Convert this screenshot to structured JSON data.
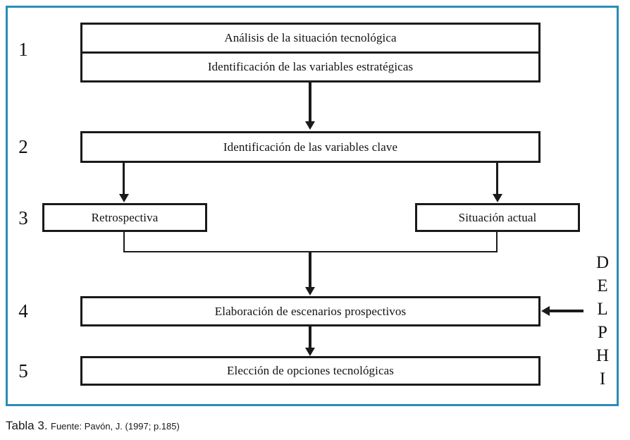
{
  "figure": {
    "frame_color": "#2b8cb5",
    "box_border_color": "#1a1a1a",
    "connector_color": "#1a1a1a",
    "text_color": "#121212"
  },
  "steps": [
    {
      "number": "1"
    },
    {
      "number": "2"
    },
    {
      "number": "3"
    },
    {
      "number": "4"
    },
    {
      "number": "5"
    }
  ],
  "boxes": {
    "step1_top": "Análisis de la situación tecnológica",
    "step1_bottom": "Identificación de las variables estratégicas",
    "step2": "Identificación de las variables clave",
    "step3_left": "Retrospectiva",
    "step3_right": "Situación actual",
    "step4": "Elaboración de escenarios prospectivos",
    "step5": "Elección de opciones tecnológicas"
  },
  "annotation": {
    "delphi_word": "DELPHI",
    "delphi_letters": [
      "D",
      "E",
      "L",
      "P",
      "H",
      "I"
    ]
  },
  "caption": {
    "label": "Tabla 3.",
    "source": "Fuente: Pavón, J. (1997; p.185)"
  }
}
